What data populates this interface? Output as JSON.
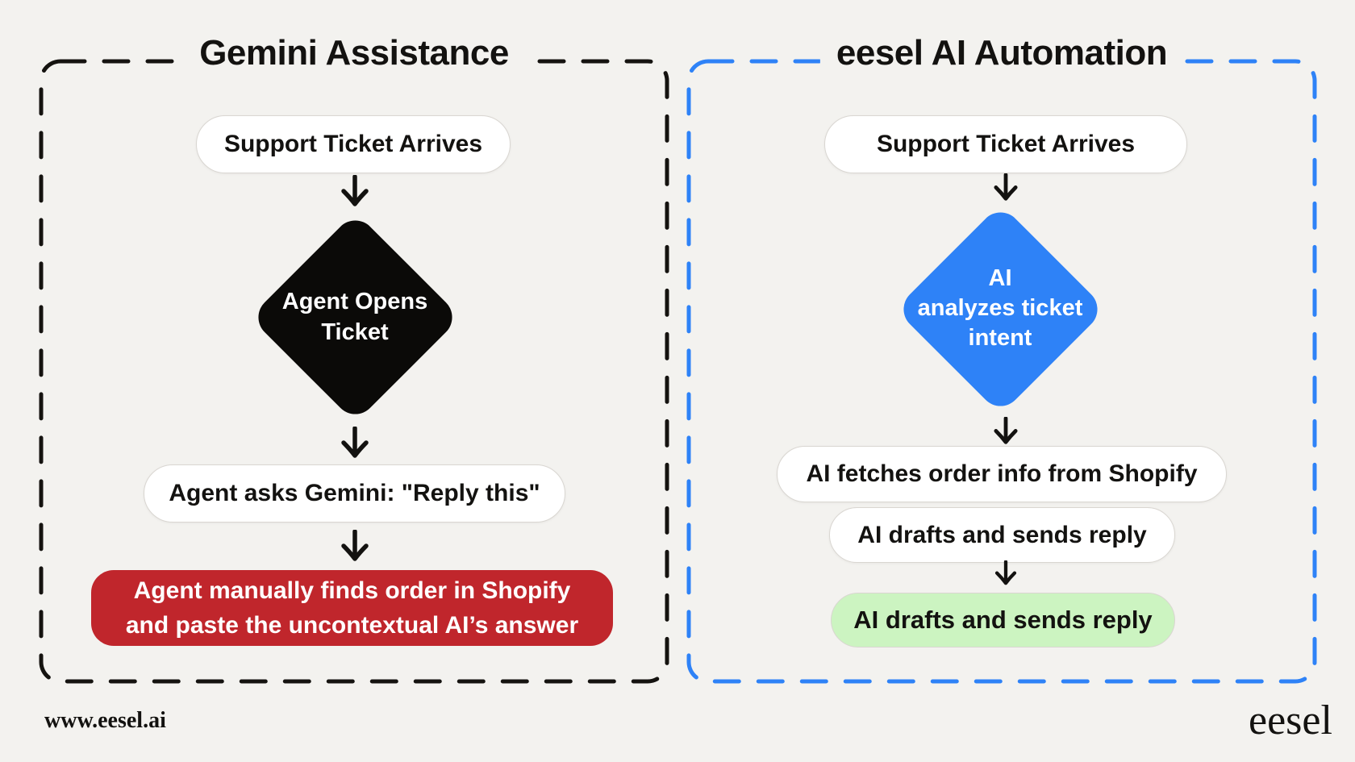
{
  "colors": {
    "background": "#F3F2EF",
    "panel_left_border": "#151310",
    "panel_right_border": "#2E82F7",
    "node_fill": "#FFFFFF",
    "node_border": "#D9D6D1",
    "diamond_left": "#0B0A08",
    "diamond_right": "#2E82F7",
    "alert_red": "#C0262C",
    "success_green": "#CCF4C1",
    "text_dark": "#131210",
    "text_light": "#FFFFFF"
  },
  "left_panel": {
    "title": "Gemini Assistance",
    "start": "Support Ticket Arrives",
    "diamond": "Agent Opens\nTicket",
    "ask": "Agent asks Gemini: \"Reply this\"",
    "result": "Agent manually finds order in Shopify\nand paste the uncontextual AI’s answer"
  },
  "right_panel": {
    "title": "eesel AI Automation",
    "start": "Support Ticket Arrives",
    "diamond": "AI\nanalyzes ticket\nintent",
    "fetch": "AI fetches order info from Shopify",
    "draft": "AI drafts and sends reply",
    "result": "AI drafts and sends reply"
  },
  "footer": {
    "website": "www.eesel.ai",
    "brand": "eesel"
  }
}
